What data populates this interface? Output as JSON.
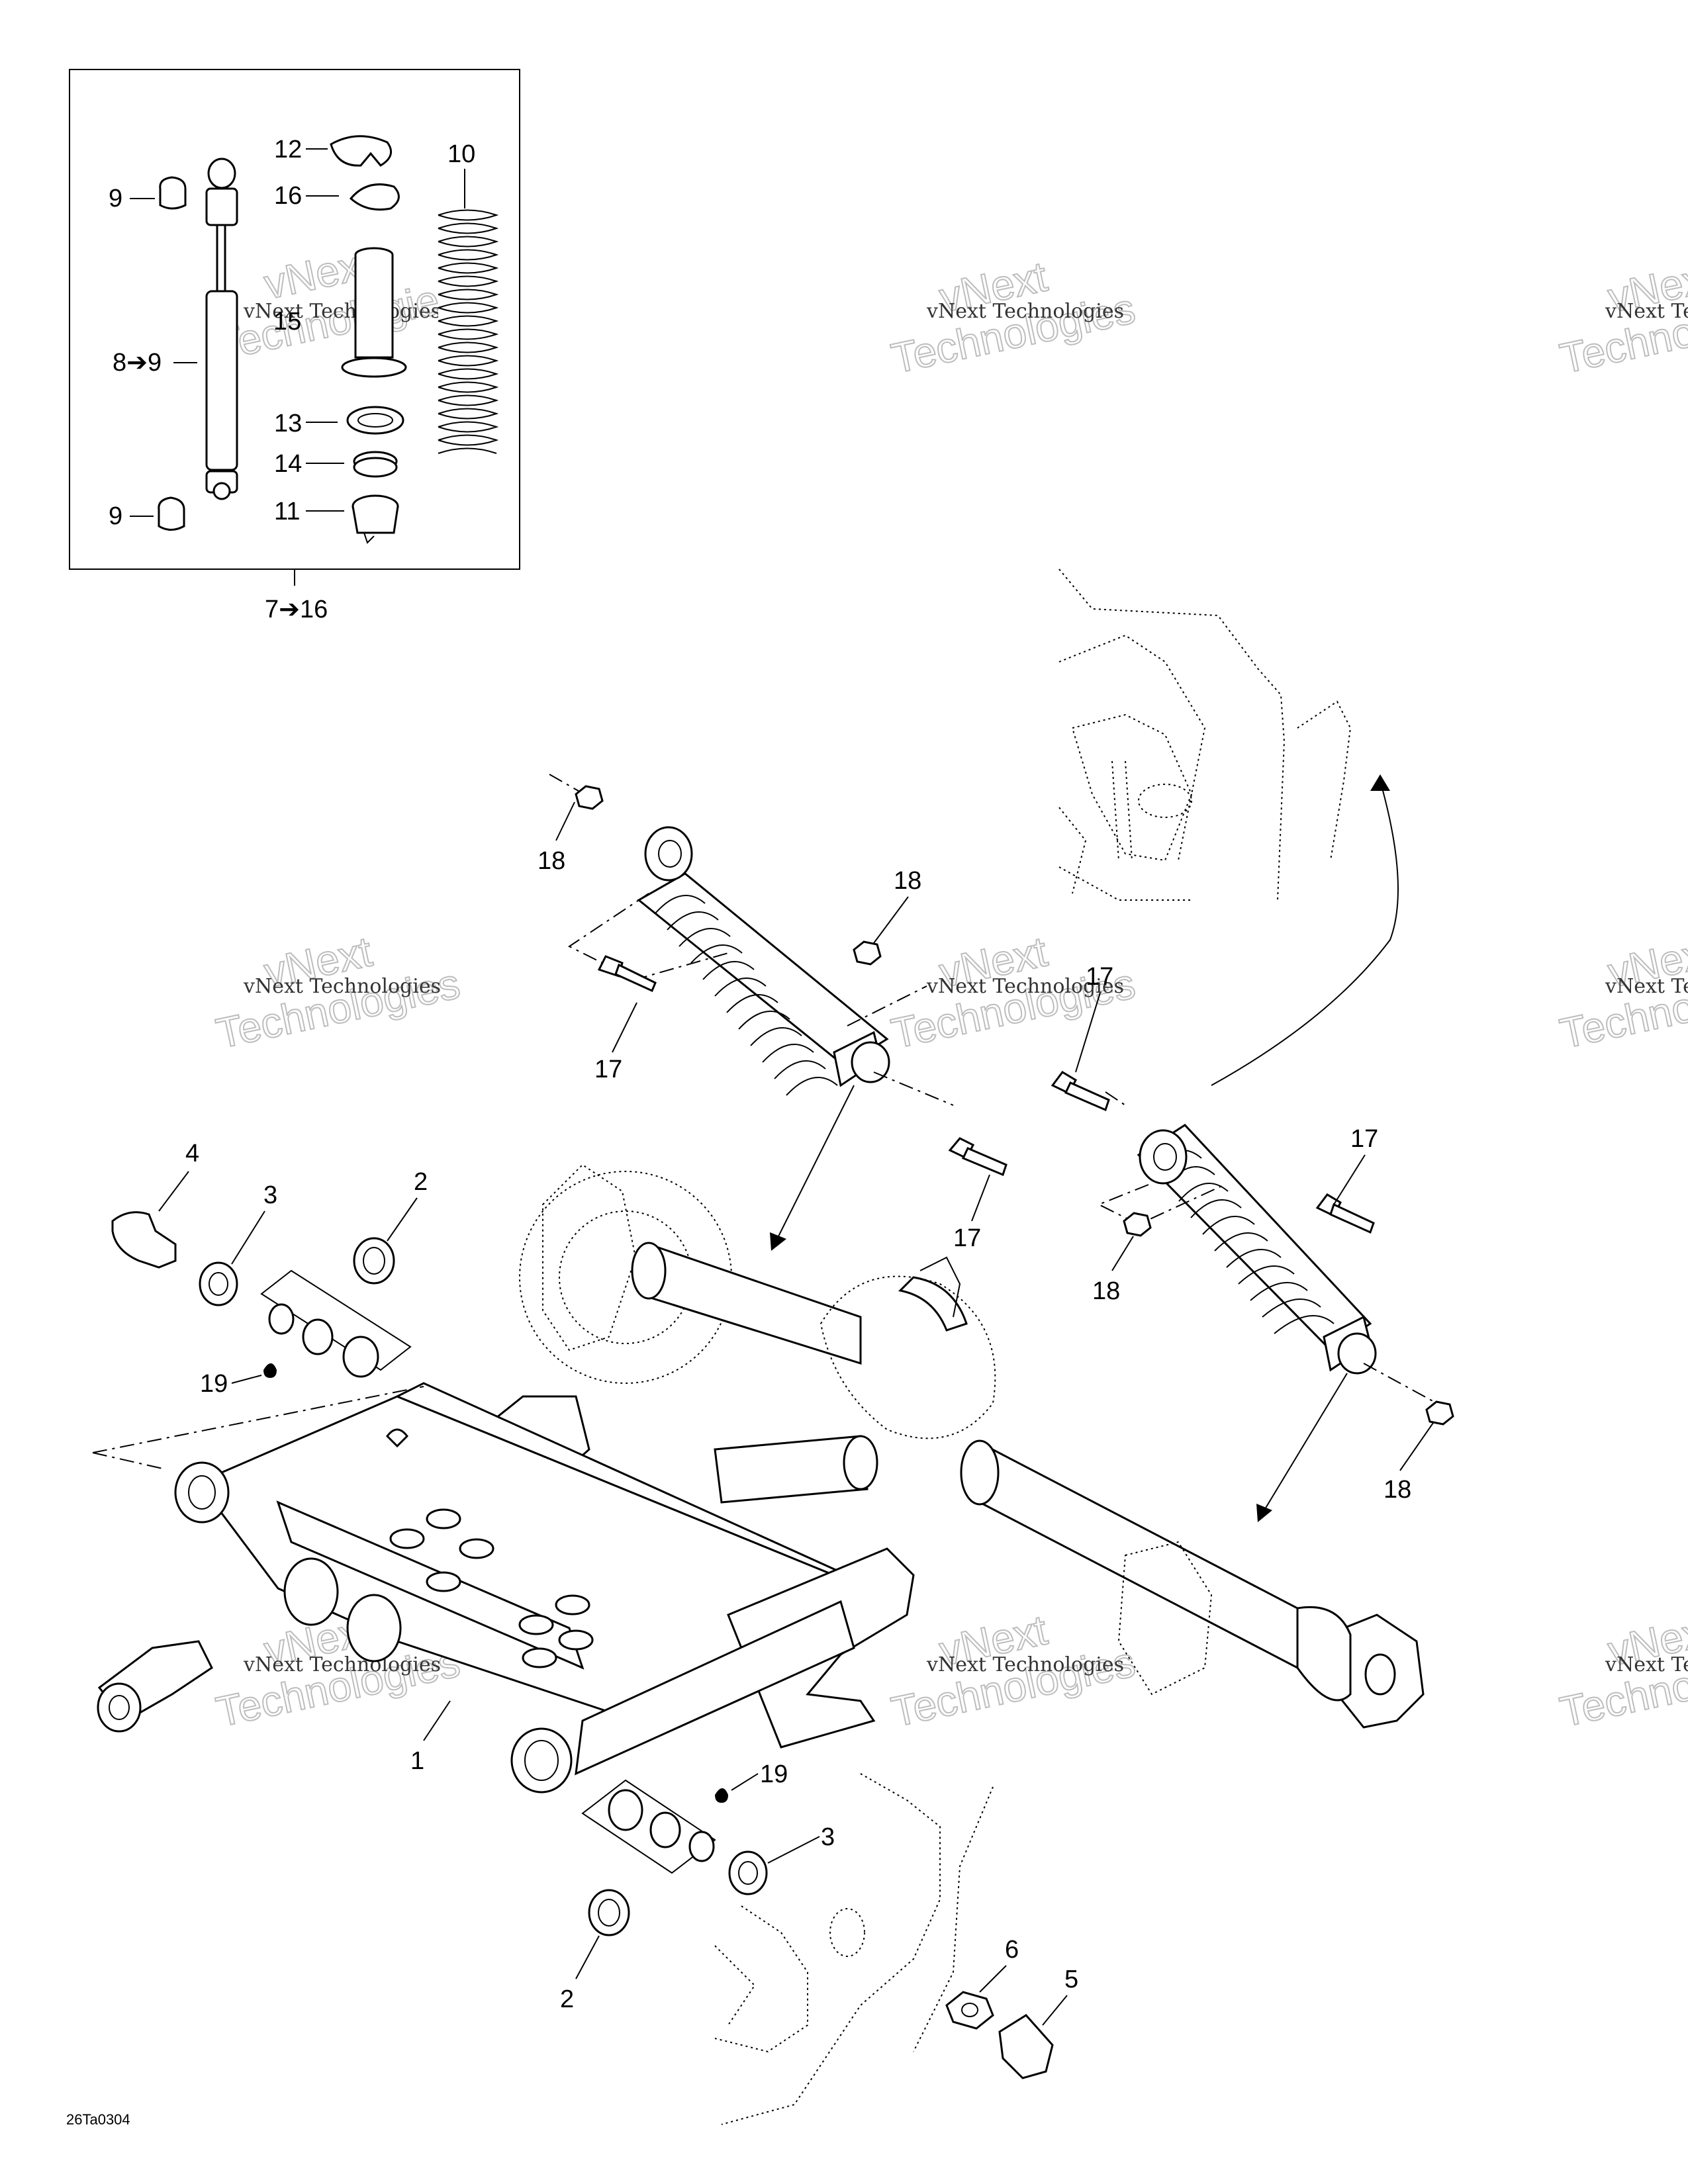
{
  "drawing_code": "26Ta0304",
  "kit_label": "7➔16",
  "watermark": {
    "line1": "vNext Technologies",
    "line2a": "vNext",
    "line2b": "Technologies"
  },
  "callouts": {
    "c1": "1",
    "c2a": "2",
    "c2b": "2",
    "c3a": "3",
    "c3b": "3",
    "c4": "4",
    "c5": "5",
    "c6": "6",
    "c8": "8➔9",
    "c9a": "9",
    "c9b": "9",
    "c10": "10",
    "c11": "11",
    "c12": "12",
    "c13": "13",
    "c14": "14",
    "c15": "15",
    "c16": "16",
    "c17a": "17",
    "c17b": "17",
    "c17c": "17",
    "c17d": "17",
    "c18a": "18",
    "c18b": "18",
    "c18c": "18",
    "c18d": "18",
    "c19a": "19",
    "c19b": "19"
  }
}
